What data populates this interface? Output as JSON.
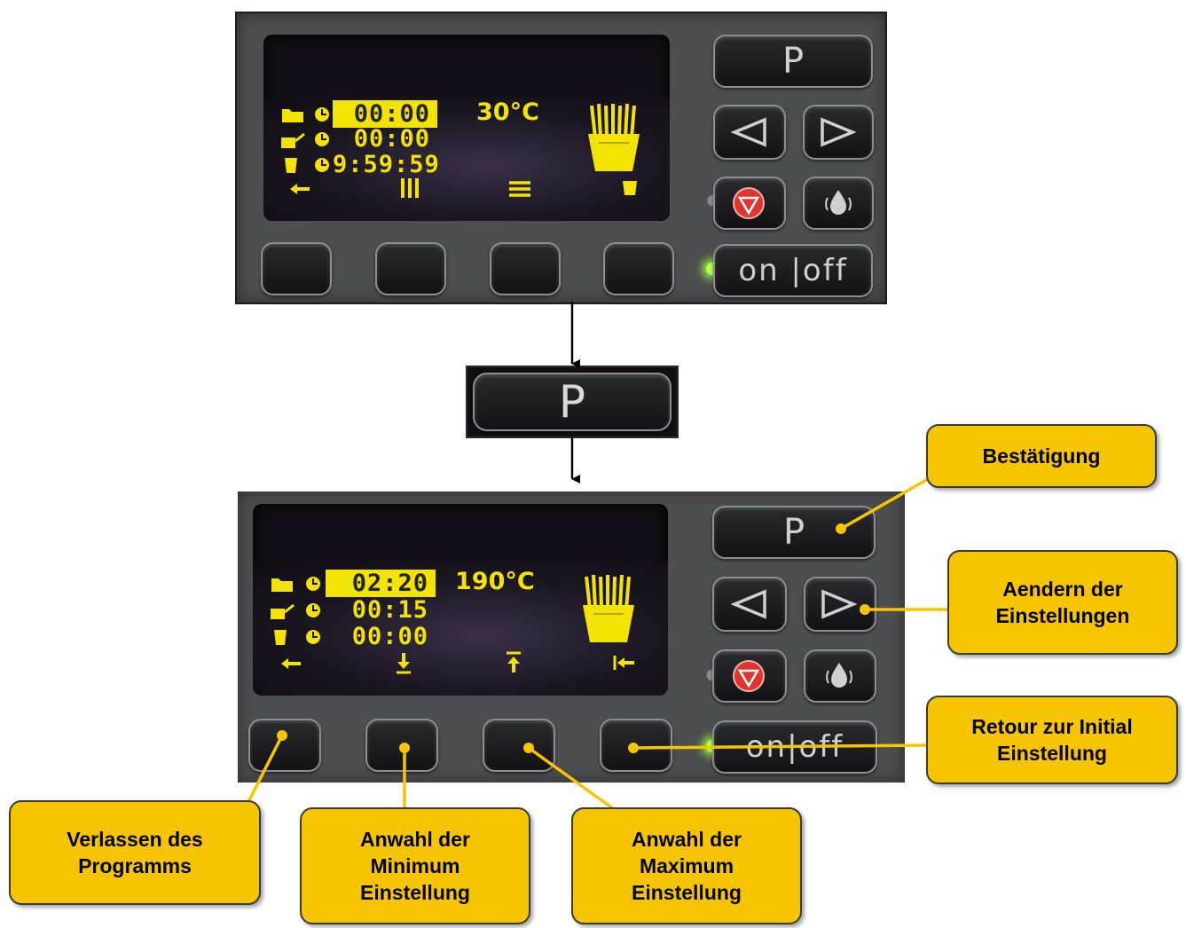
{
  "top_panel": {
    "rows": [
      {
        "time": "00:00",
        "selected": true
      },
      {
        "time": "00:00",
        "selected": false
      },
      {
        "time": "9:59:59",
        "selected": false
      }
    ],
    "temperature": "30°C",
    "p_label": "P",
    "onoff_label": "on |off"
  },
  "p_button": {
    "label": "P"
  },
  "bottom_panel": {
    "rows": [
      {
        "time": "02:20",
        "selected": true
      },
      {
        "time": "00:15",
        "selected": false
      },
      {
        "time": "00:00",
        "selected": false
      }
    ],
    "temperature": "190°C",
    "p_label": "P",
    "onoff_label": "on|off"
  },
  "callouts": {
    "confirm": [
      "Bestätigung"
    ],
    "change": [
      "Aendern der",
      "Einstellungen"
    ],
    "reset": [
      "Retour zur Initial",
      "Einstellung"
    ],
    "exit": [
      "Verlassen des",
      "Programms"
    ],
    "min": [
      "Anwahl der",
      "Minimum",
      "Einstellung"
    ],
    "max": [
      "Anwahl der",
      "Maximum",
      "Einstellung"
    ]
  },
  "colors": {
    "lcd_yellow": "#f2e300",
    "callout_fill": "#f6c500",
    "panel_gray": "#4d4e50",
    "led_green": "#9cff3c"
  },
  "icons": [
    "folder-icon",
    "clock-icon",
    "basket-icon",
    "cup-icon",
    "fries-icon",
    "exit-arrow-icon",
    "shake-icon",
    "menu-icon",
    "min-icon",
    "max-icon",
    "reset-icon",
    "left-arrow-icon",
    "right-arrow-icon",
    "stop-icon",
    "drop-icon"
  ]
}
